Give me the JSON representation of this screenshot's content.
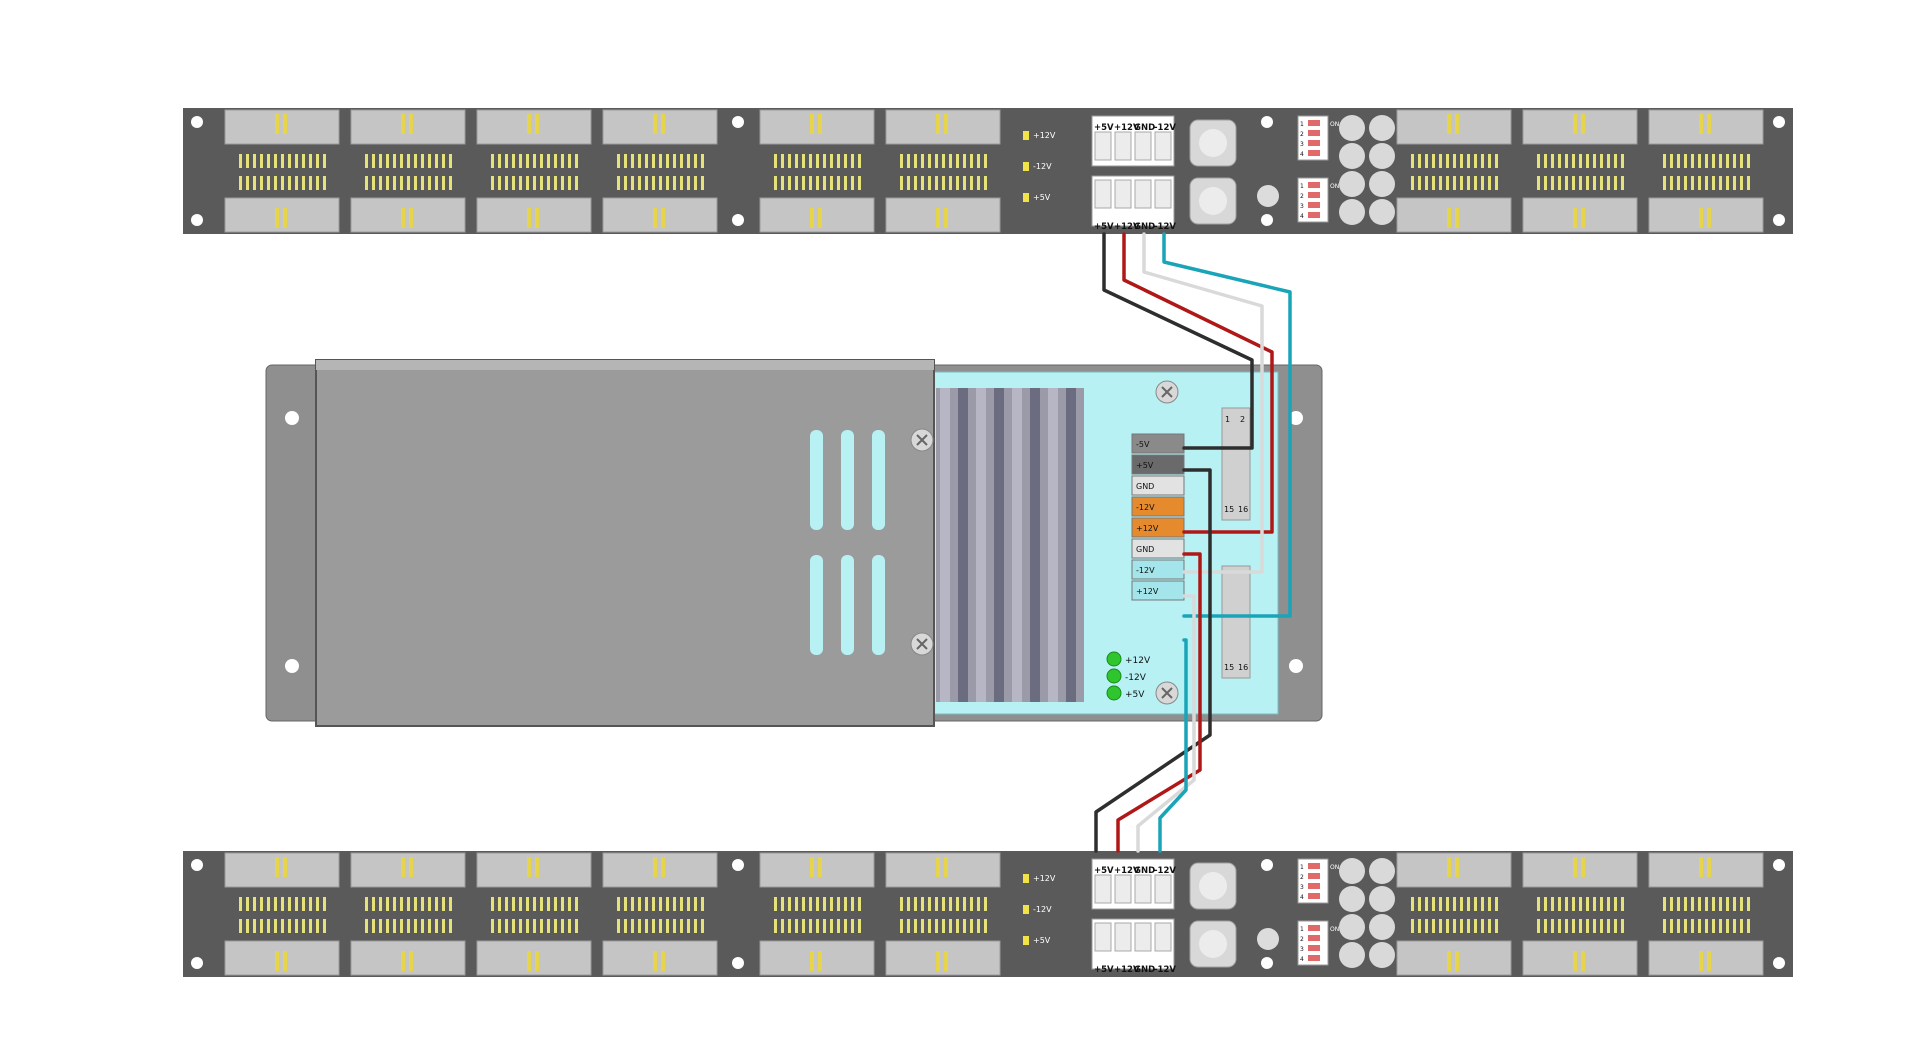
{
  "diagram": {
    "top_bus": {
      "terminal_labels": [
        "+5V",
        "+12V",
        "GND",
        "-12V"
      ],
      "led_labels": [
        "+12V",
        "-12V",
        "+5V"
      ],
      "dip_switch_label": "ON",
      "dip_switch_numbers": [
        "1",
        "2",
        "3",
        "4"
      ]
    },
    "bottom_bus": {
      "terminal_labels": [
        "+5V",
        "+12V",
        "GND",
        "-12V"
      ],
      "led_labels": [
        "+12V",
        "-12V",
        "+5V"
      ],
      "dip_switch_label": "ON",
      "dip_switch_numbers": [
        "1",
        "2",
        "3",
        "4"
      ]
    },
    "power_supply": {
      "terminal_labels": [
        "-5V",
        "+5V",
        "GND",
        "-12V",
        "+12V",
        "GND",
        "-12V",
        "+12V"
      ],
      "led_labels": [
        "+12V",
        "-12V",
        "+5V"
      ],
      "header_labels": [
        "1",
        "2",
        "15",
        "16"
      ]
    },
    "wire_colors": {
      "+5V": "#2e2e2e",
      "+12V": "#b01818",
      "GND": "#d9d9d9",
      "-12V": "#1aa4b8"
    }
  }
}
